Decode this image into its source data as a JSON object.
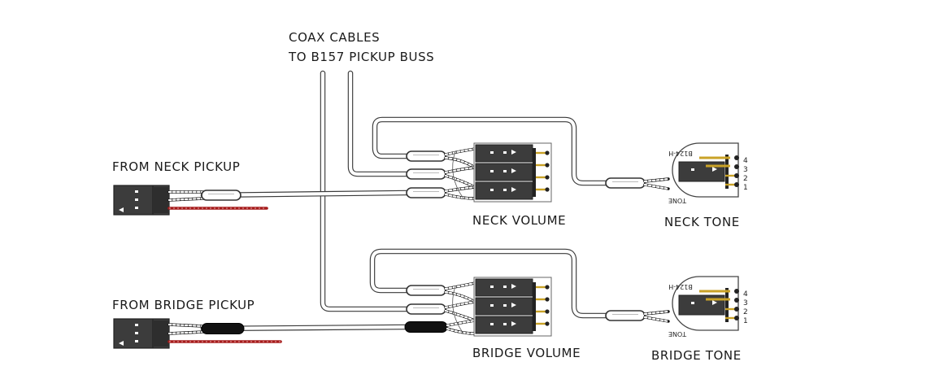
{
  "labels": {
    "coax_line1": "COAX CABLES",
    "coax_line2": "TO B157 PICKUP BUSS",
    "from_neck": "FROM NECK PICKUP",
    "from_bridge": "FROM BRIDGE PICKUP",
    "neck_volume": "NECK VOLUME",
    "bridge_volume": "BRIDGE VOLUME",
    "neck_tone": "NECK TONE",
    "bridge_tone": "BRIDGE TONE"
  },
  "tone_module": {
    "part_code": "B124-H",
    "caption": "TONE",
    "pins": [
      "4",
      "3",
      "2",
      "1"
    ]
  },
  "colors": {
    "outline": "#3a3a3a",
    "module_fill": "#3c3c3c",
    "hot_wire": "#a51c1c",
    "ground_wire": "#111111",
    "pin_gold": "#c9a227"
  }
}
